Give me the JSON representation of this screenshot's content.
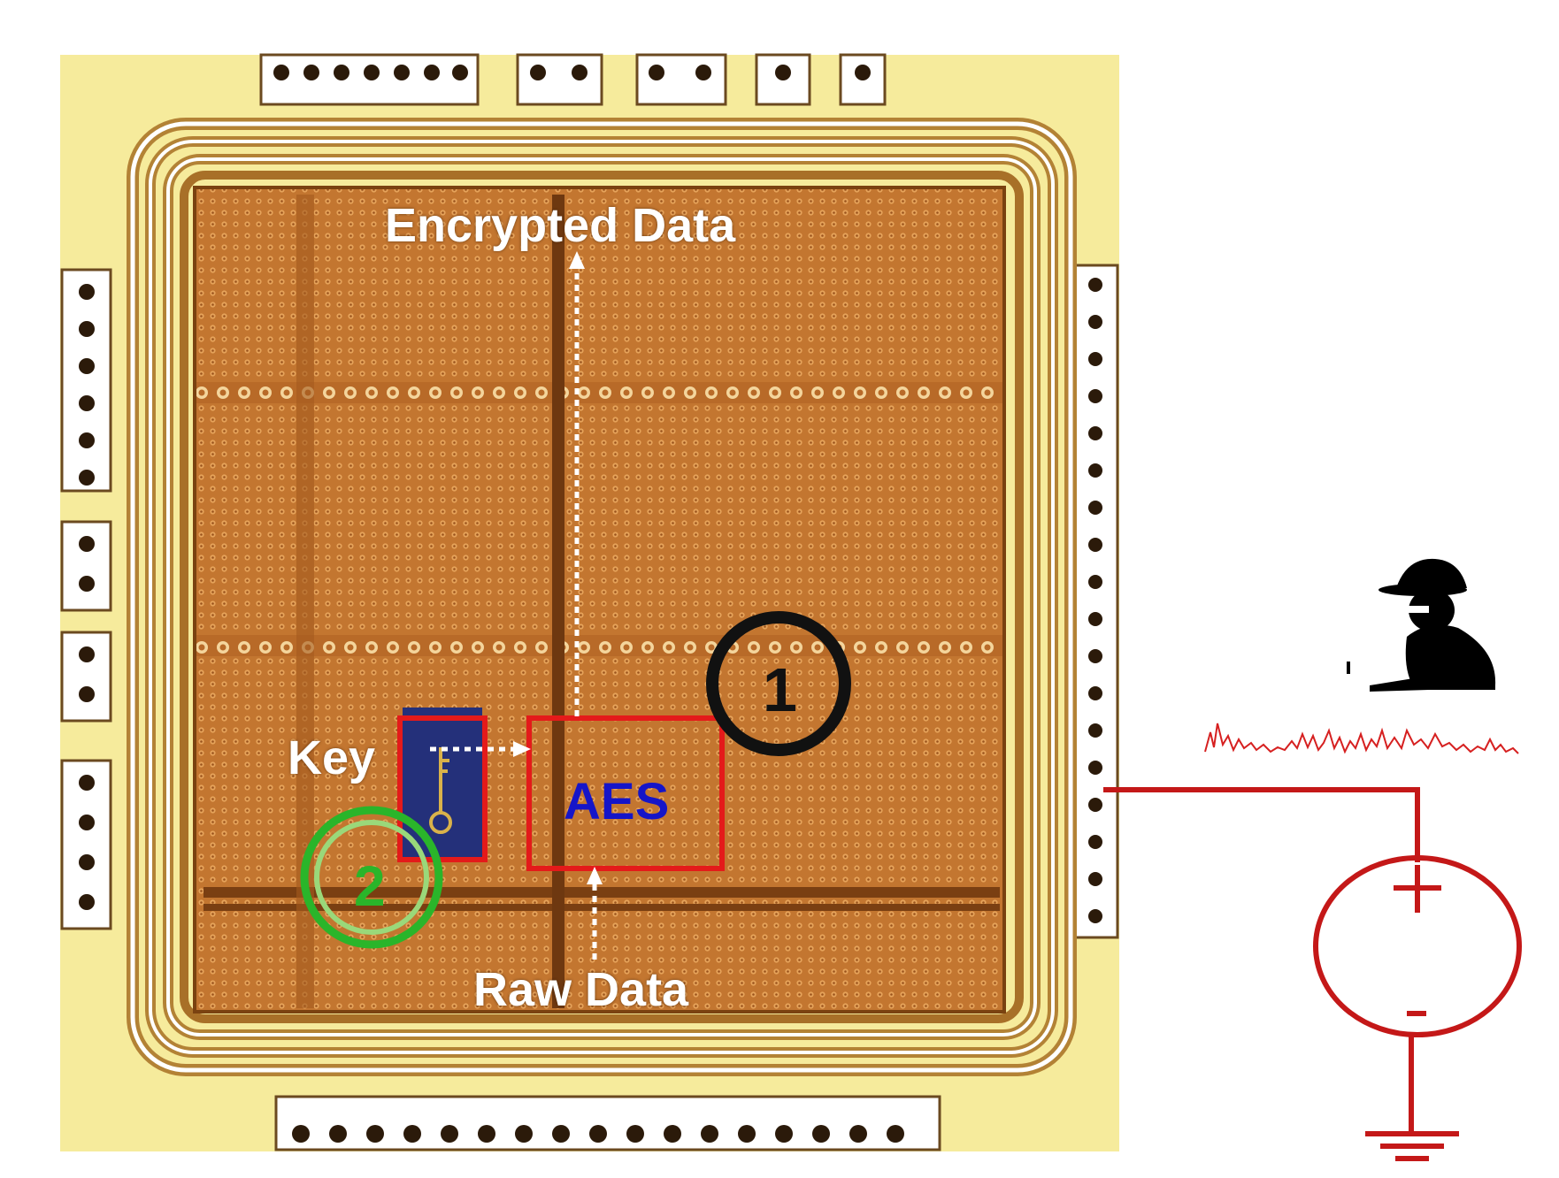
{
  "diagram": {
    "labels": {
      "encrypted_data": "Encrypted Data",
      "raw_data": "Raw Data",
      "key": "Key",
      "aes": "AES",
      "marker_1": "1",
      "marker_2": "2"
    },
    "icons": {
      "attacker": "hacker-icon",
      "power_trace": "power-trace-waveform",
      "voltage_source": "voltage-source-icon",
      "ground": "ground-icon",
      "key_chip": "key-icon"
    },
    "colors": {
      "die_background": "#c8782e",
      "pad_frame": "#f6eb9c",
      "highlight_box": "#e41a1a",
      "circuit_wire": "#c41818",
      "marker_1": "#111111",
      "marker_2": "#2ab52a",
      "aes_text": "#1515c8",
      "arrows": "#ffffff"
    }
  }
}
